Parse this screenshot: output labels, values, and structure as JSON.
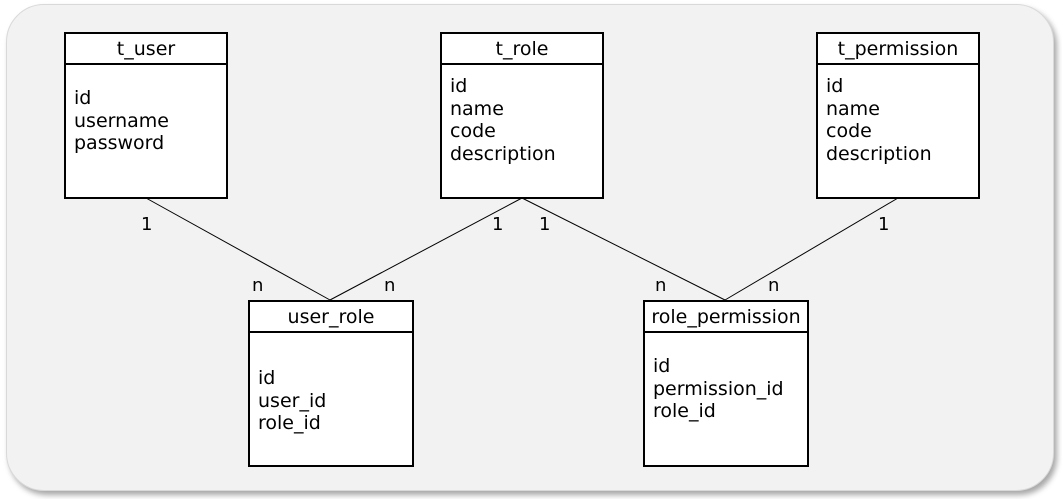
{
  "diagram": {
    "colors": {
      "background": "#f2f2f2",
      "box": "#ffffff",
      "line": "#000000"
    },
    "entities": [
      {
        "id": "t_user",
        "title": "t_user",
        "fields": [
          "id",
          "username",
          "password"
        ]
      },
      {
        "id": "t_role",
        "title": "t_role",
        "fields": [
          "id",
          "name",
          "code",
          "description"
        ]
      },
      {
        "id": "t_permission",
        "title": "t_permission",
        "fields": [
          "id",
          "name",
          "code",
          "description"
        ]
      },
      {
        "id": "user_role",
        "title": "user_role",
        "fields": [
          "id",
          "user_id",
          "role_id"
        ]
      },
      {
        "id": "role_permission",
        "title": "role_permission",
        "fields": [
          "id",
          "permission_id",
          "role_id"
        ]
      }
    ],
    "relationships": [
      {
        "from": "t_user",
        "to": "user_role",
        "from_card": "1",
        "to_card": "n"
      },
      {
        "from": "t_role",
        "to": "user_role",
        "from_card": "1",
        "to_card": "n"
      },
      {
        "from": "t_role",
        "to": "role_permission",
        "from_card": "1",
        "to_card": "n"
      },
      {
        "from": "t_permission",
        "to": "role_permission",
        "from_card": "1",
        "to_card": "n"
      }
    ]
  }
}
